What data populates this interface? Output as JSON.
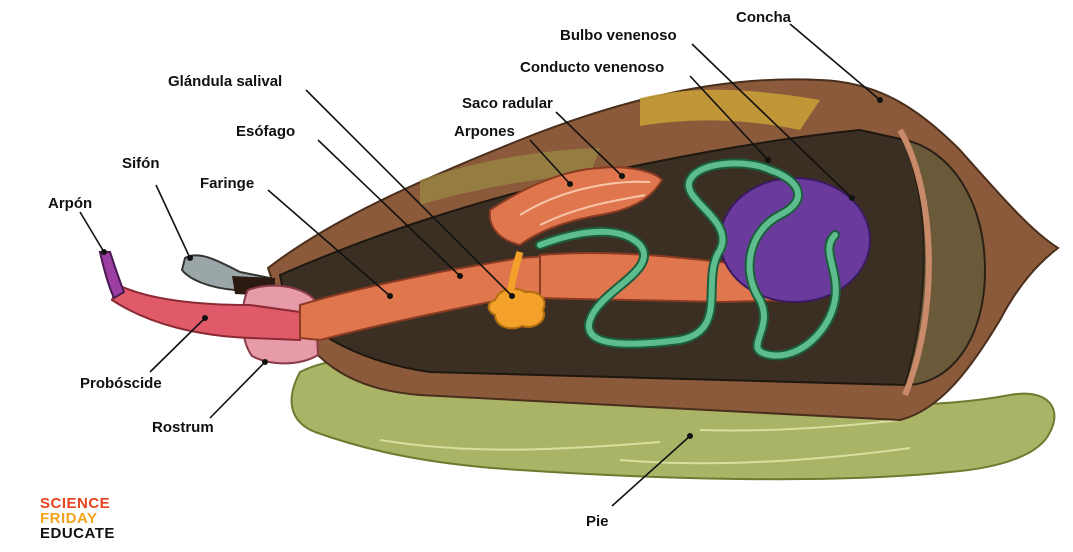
{
  "labels": {
    "arpon": "Arpón",
    "sifon": "Sifón",
    "faringe": "Faringe",
    "esofago": "Esófago",
    "glandula_salival": "Glándula salival",
    "saco_radular": "Saco radular",
    "arpones": "Arpones",
    "conducto_venenoso": "Conducto venenoso",
    "bulbo_venenoso": "Bulbo venenoso",
    "concha": "Concha",
    "proboscide": "Probóscide",
    "rostrum": "Rostrum",
    "pie": "Pie"
  },
  "logo": {
    "line1": "SCIENCE",
    "line2": "FRIDAY",
    "line3": "EDUCATE"
  },
  "colors": {
    "shell_outer": "#8a5a3a",
    "shell_inner": "#3a2f22",
    "foot": "#a9b466",
    "organ": "#e0764e",
    "venom_duct": "#5dbd8f",
    "venom_bulb": "#6a3b9c",
    "proboscis": "#e15a6a",
    "harpoon_tip": "#9b3fa3"
  }
}
